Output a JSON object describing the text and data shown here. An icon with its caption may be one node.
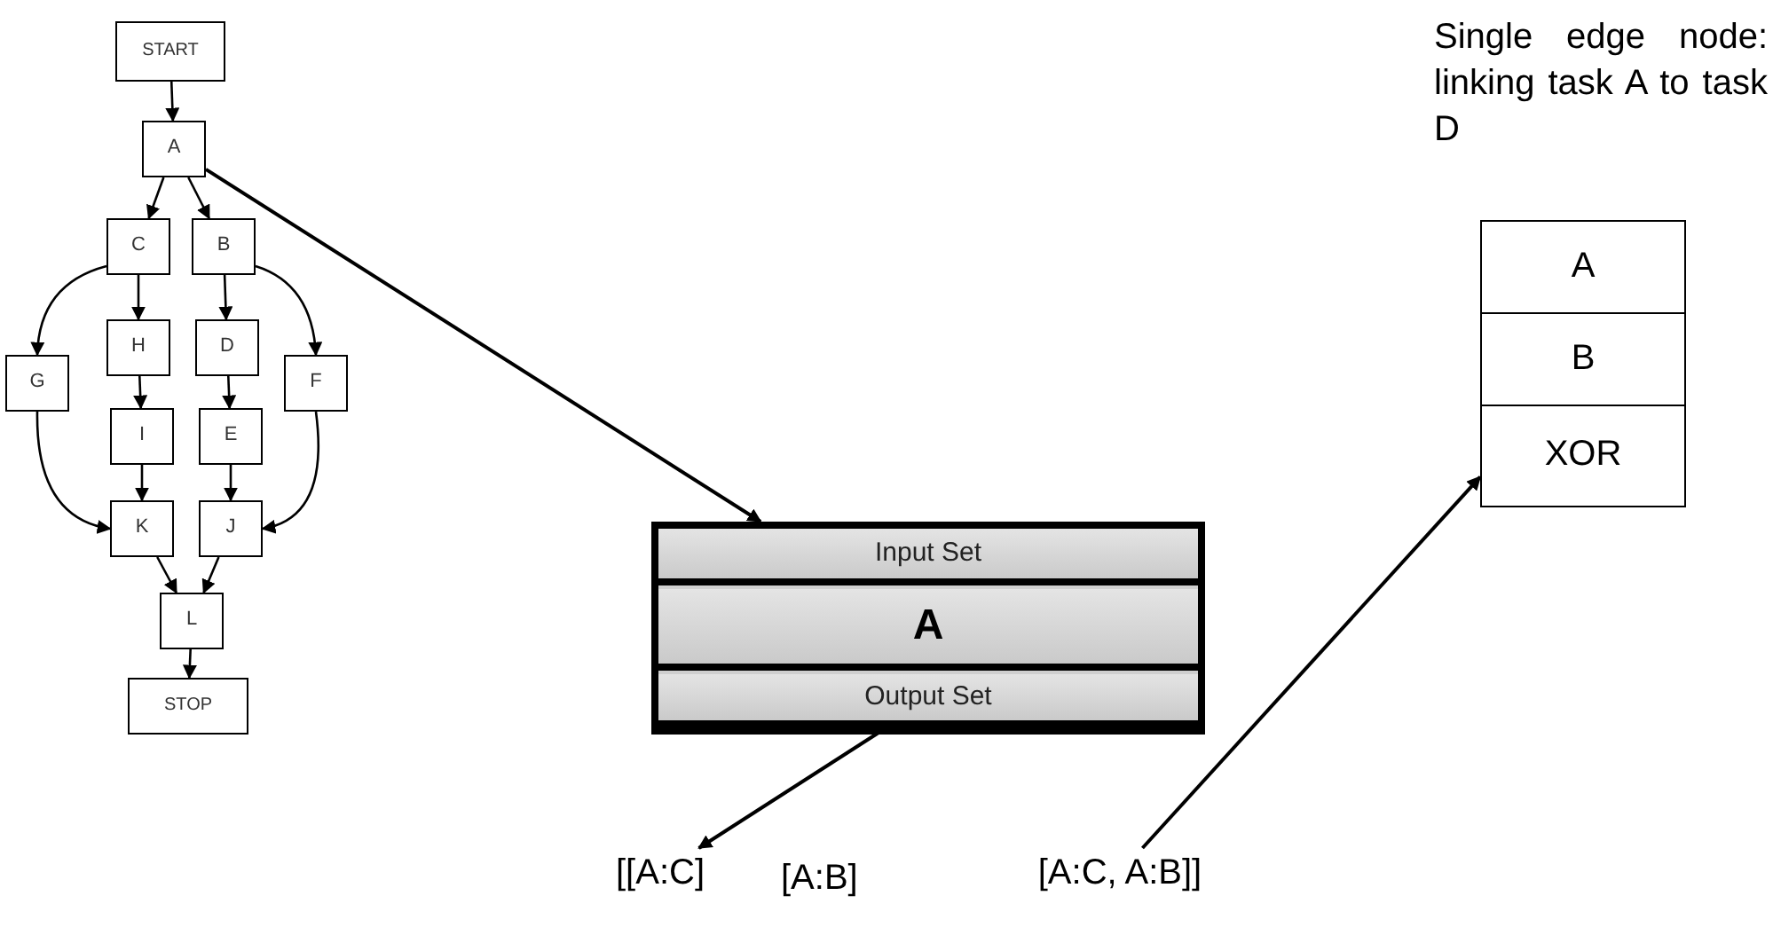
{
  "diagram": {
    "nodes": [
      {
        "text": [
          "START"
        ]
      },
      {
        "text": [
          "A"
        ]
      },
      {
        "text": [
          "C"
        ]
      },
      {
        "text": [
          "B"
        ]
      },
      {
        "text": [
          "G"
        ]
      },
      {
        "text": [
          "H"
        ]
      },
      {
        "text": [
          "D"
        ]
      },
      {
        "text": [
          "F"
        ]
      },
      {
        "text": [
          "I"
        ]
      },
      {
        "text": [
          "E"
        ]
      },
      {
        "text": [
          "K"
        ]
      },
      {
        "text": [
          "J"
        ]
      },
      {
        "text": [
          "L"
        ]
      },
      {
        "text": [
          "STOP"
        ]
      },
      {
        "text": [],
        "shape": "box"
      },
      {
        "text": [
          "Input Set"
        ],
        "in": 14
      },
      {
        "text": [
          "A"
        ],
        "in": 14
      },
      {
        "text": [
          "Output Set"
        ],
        "in": 14
      },
      {
        "text": [
          "[[A:C]"
        ]
      },
      {
        "text": [
          "[A:C, A:B]]"
        ]
      },
      {
        "text": [],
        "shape": "box"
      },
      {
        "text": [
          "A"
        ],
        "in": 20
      },
      {
        "text": [
          "B"
        ],
        "in": 20
      },
      {
        "text": [
          "XOR"
        ],
        "in": 20
      }
    ],
    "edges": [
      {
        "from": 0,
        "to": 1,
        "arrow": "to"
      },
      {
        "from": 1,
        "to": 2,
        "arrow": "to"
      },
      {
        "from": 1,
        "to": 3,
        "arrow": "to"
      },
      {
        "from": 2,
        "to": 4,
        "arrow": "to"
      },
      {
        "from": 2,
        "to": 5,
        "arrow": "to"
      },
      {
        "from": 3,
        "to": 6,
        "arrow": "to"
      },
      {
        "from": 3,
        "to": 7,
        "arrow": "to"
      },
      {
        "from": 5,
        "to": 8,
        "arrow": "to"
      },
      {
        "from": 6,
        "to": 9,
        "arrow": "to"
      },
      {
        "from": 8,
        "to": 10,
        "arrow": "to"
      },
      {
        "from": 9,
        "to": 11,
        "arrow": "to"
      },
      {
        "from": 4,
        "to": 10,
        "arrow": "to"
      },
      {
        "from": 7,
        "to": 11,
        "arrow": "to"
      },
      {
        "from": 10,
        "to": 12,
        "arrow": "to"
      },
      {
        "from": 11,
        "to": 12,
        "arrow": "to"
      },
      {
        "from": 12,
        "to": 13,
        "arrow": "to"
      },
      {
        "from": 1,
        "to": 14,
        "arrow": "to"
      },
      {
        "from": 17,
        "to": 18,
        "arrow": "to"
      },
      {
        "from": 19,
        "to": 20,
        "arrow": "to"
      }
    ],
    "labels": [
      "Single edge node: linking task A to task D",
      "[A:B]"
    ]
  }
}
